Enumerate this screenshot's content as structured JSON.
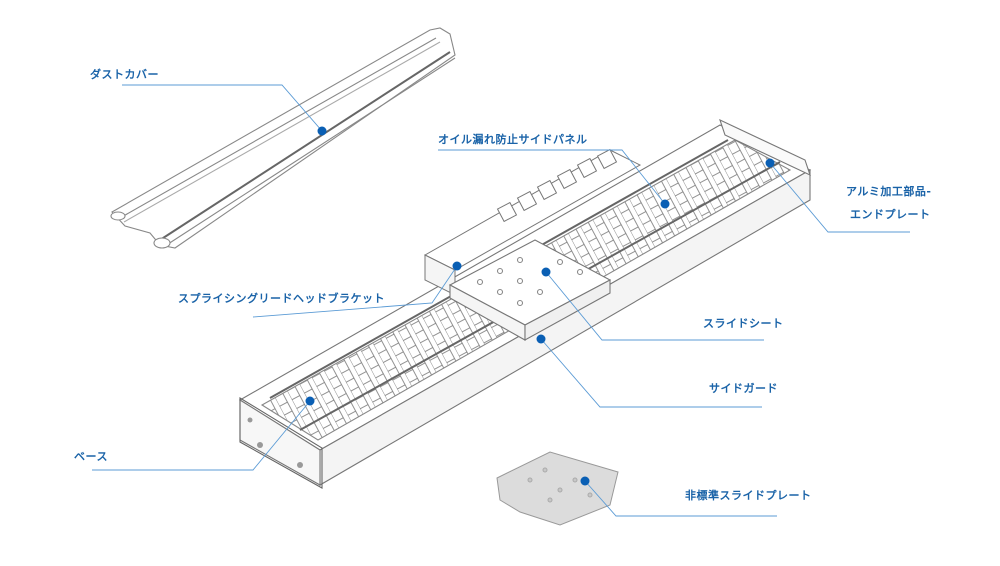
{
  "diagram": {
    "accent_color": "#0a5fb4",
    "line_color": "#5b9bd5",
    "parts": [
      {
        "id": "dust-cover",
        "label": "ダストカバー"
      },
      {
        "id": "oil-leak-side-panel",
        "label": "オイル漏れ防止サイドパネル"
      },
      {
        "id": "aluminum-end-plate",
        "label_line1": "アルミ加工部品-",
        "label_line2": "エンドプレート"
      },
      {
        "id": "splicing-lead-head-bracket",
        "label": "スプライシングリードヘッドブラケット"
      },
      {
        "id": "slide-seat",
        "label": "スライドシート"
      },
      {
        "id": "side-guard",
        "label": "サイドガード"
      },
      {
        "id": "base",
        "label": "ベース"
      },
      {
        "id": "non-standard-slide-plate",
        "label": "非標準スライドプレート"
      }
    ]
  }
}
